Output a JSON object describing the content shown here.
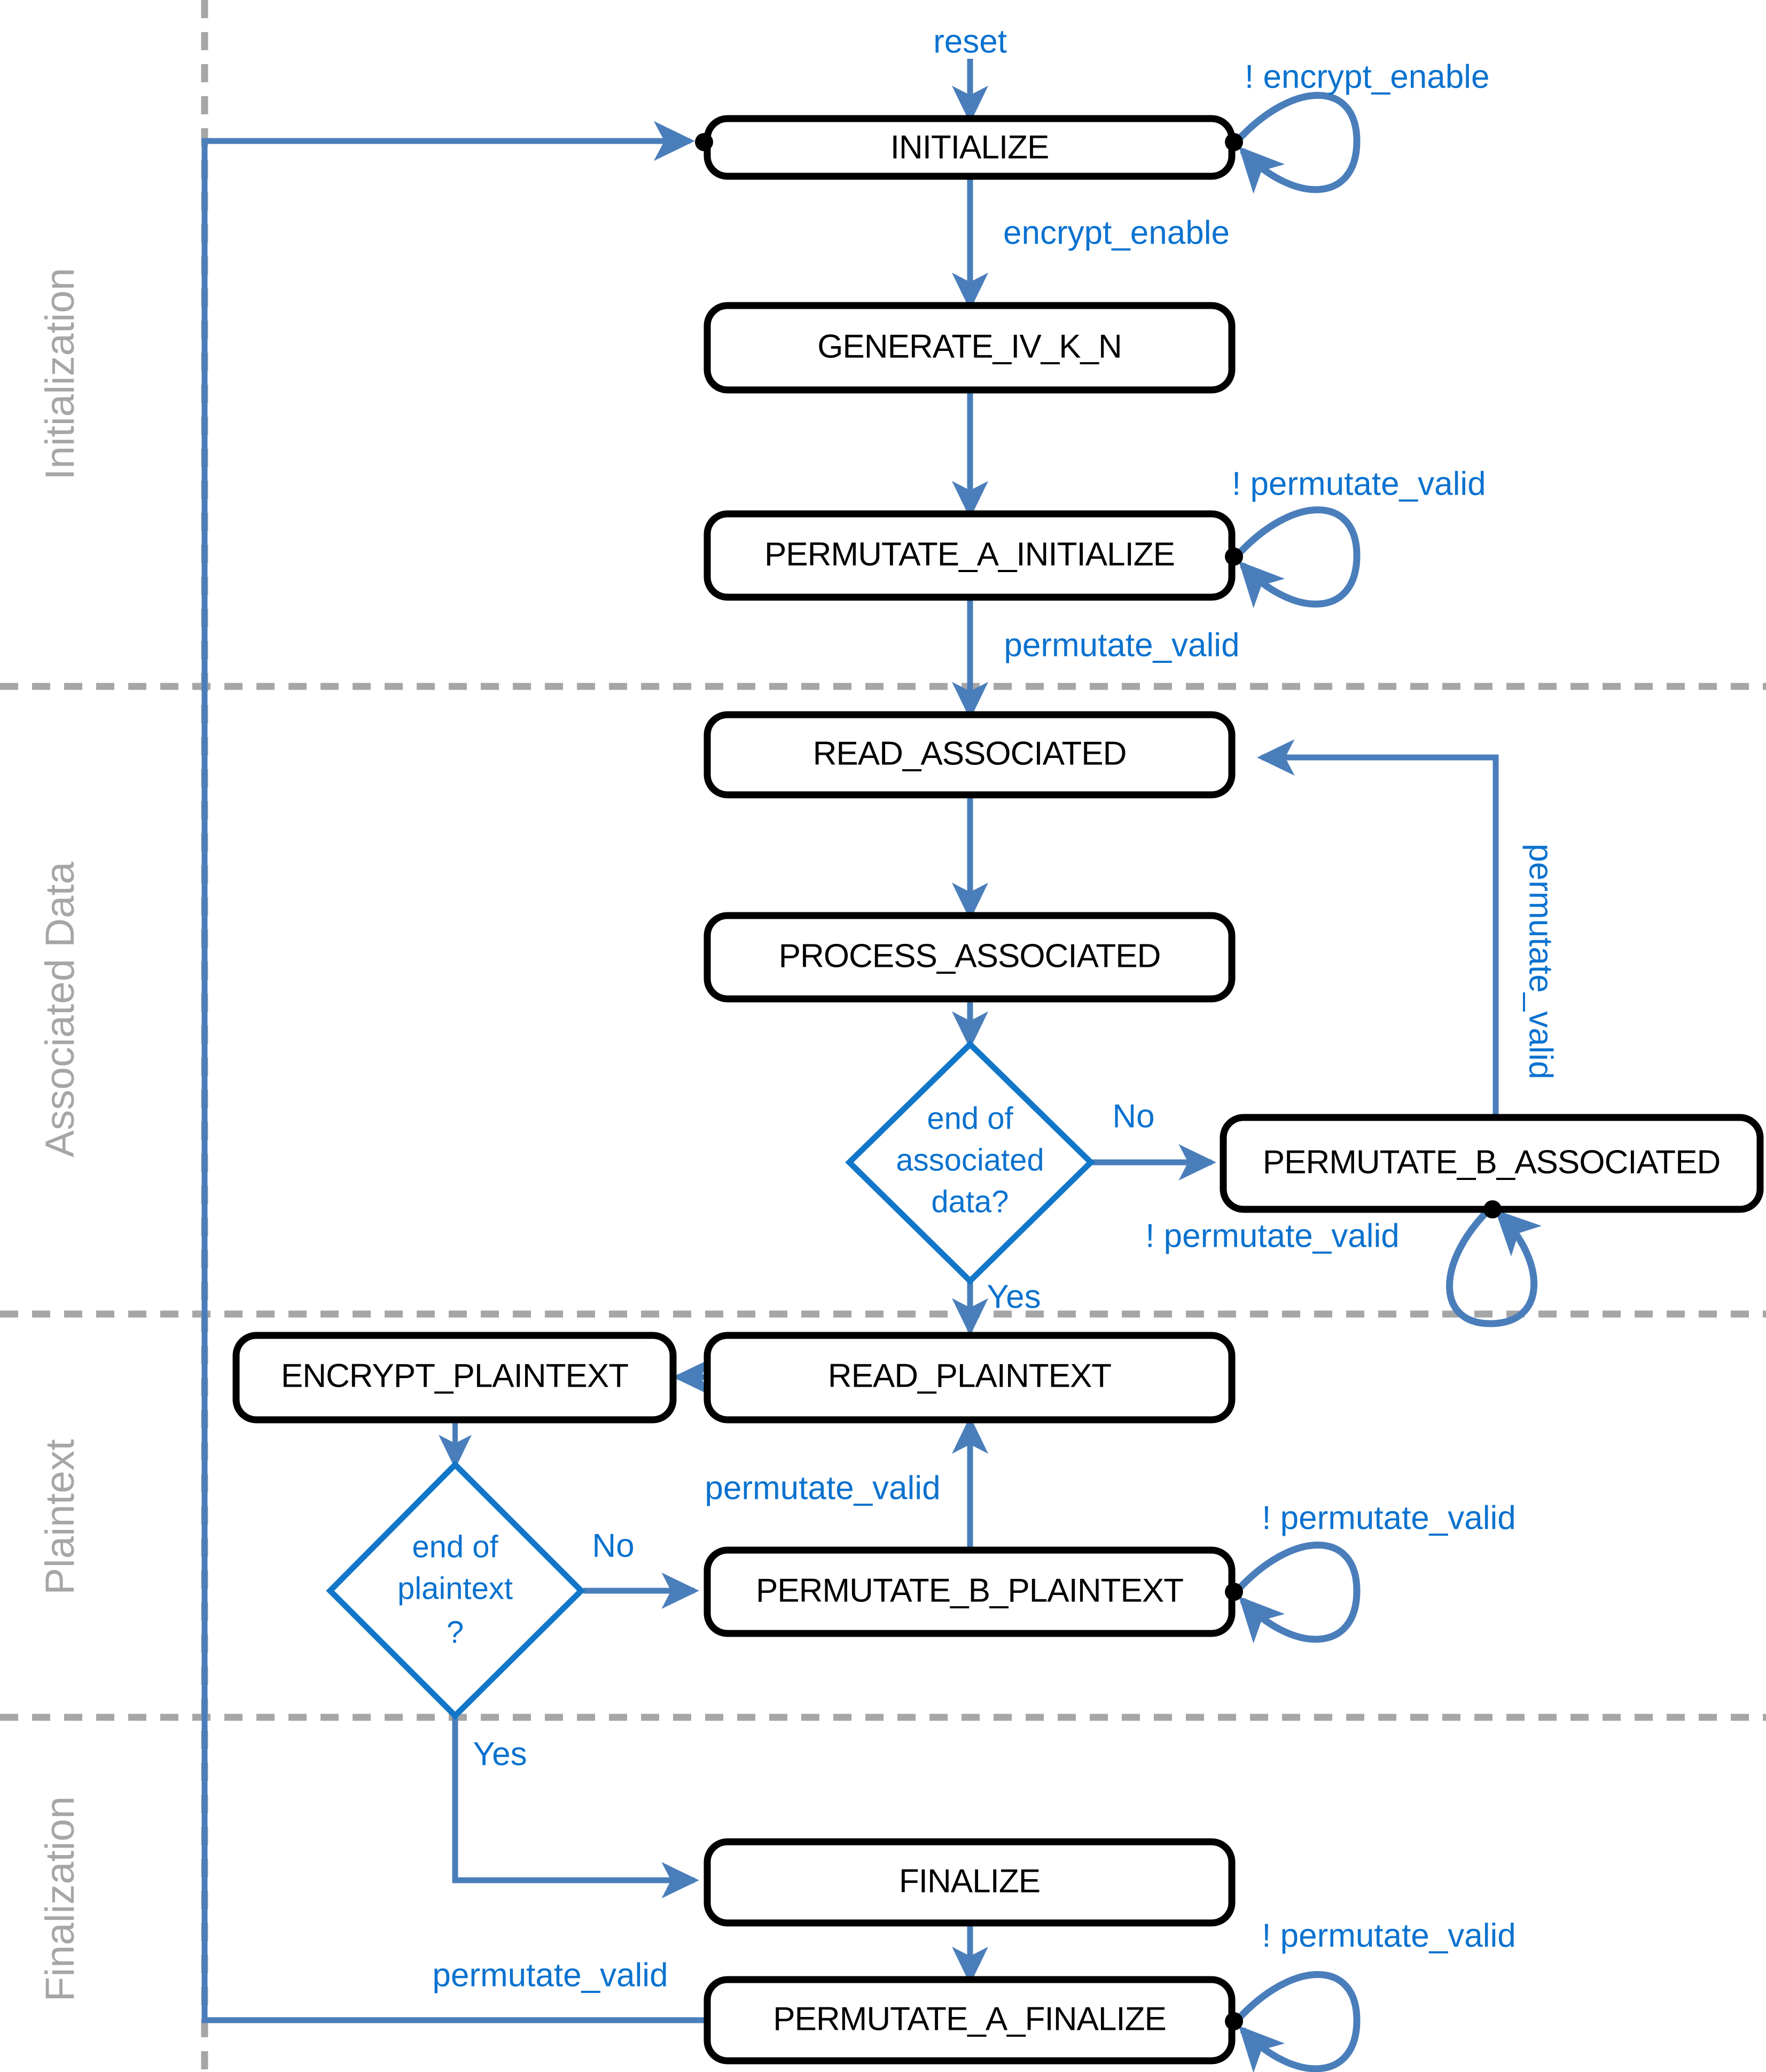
{
  "diagram": {
    "title": "Encryption FSM state diagram",
    "colors": {
      "arrow_blue": "#4a7ebb",
      "label_blue": "#0b72cf",
      "diamond_blue": "#1277c8",
      "phase_gray": "#a6a6a6",
      "box_black": "#000000",
      "background": "#ffffff"
    }
  },
  "phases": [
    {
      "id": "initialization",
      "label": "Initialization"
    },
    {
      "id": "associated_data",
      "label": "Associated Data"
    },
    {
      "id": "plaintext",
      "label": "Plaintext"
    },
    {
      "id": "finalization",
      "label": "Finalization"
    }
  ],
  "states": [
    {
      "id": "initialize",
      "label": "INITIALIZE"
    },
    {
      "id": "generate_iv_k_n",
      "label": "GENERATE_IV_K_N"
    },
    {
      "id": "permutate_a_initialize",
      "label": "PERMUTATE_A_INITIALIZE"
    },
    {
      "id": "read_associated",
      "label": "READ_ASSOCIATED"
    },
    {
      "id": "process_associated",
      "label": "PROCESS_ASSOCIATED"
    },
    {
      "id": "permutate_b_associated",
      "label": "PERMUTATE_B_ASSOCIATED"
    },
    {
      "id": "encrypt_plaintext",
      "label": "ENCRYPT_PLAINTEXT"
    },
    {
      "id": "read_plaintext",
      "label": "READ_PLAINTEXT"
    },
    {
      "id": "permutate_b_plaintext",
      "label": "PERMUTATE_B_PLAINTEXT"
    },
    {
      "id": "finalize",
      "label": "FINALIZE"
    },
    {
      "id": "permutate_a_finalize",
      "label": "PERMUTATE_A_FINALIZE"
    }
  ],
  "decisions": [
    {
      "id": "end_of_associated_data",
      "line1": "end of",
      "line2": "associated",
      "line3": "data?"
    },
    {
      "id": "end_of_plaintext",
      "line1": "end of",
      "line2": "plaintext",
      "line3": "?"
    }
  ],
  "transitions": [
    {
      "id": "reset",
      "label": "reset",
      "from": "",
      "to": "initialize"
    },
    {
      "id": "not-encrypt-enable",
      "label": "! encrypt_enable",
      "from": "initialize",
      "to": "initialize"
    },
    {
      "id": "encrypt-enable",
      "label": "encrypt_enable",
      "from": "initialize",
      "to": "generate_iv_k_n"
    },
    {
      "id": "not-permutate-valid-init",
      "label": "! permutate_valid",
      "from": "permutate_a_initialize",
      "to": "permutate_a_initialize"
    },
    {
      "id": "permutate-valid-init",
      "label": "permutate_valid",
      "from": "permutate_a_initialize",
      "to": "read_associated"
    },
    {
      "id": "assoc-no",
      "label": "No",
      "from": "end_of_associated_data",
      "to": "permutate_b_associated"
    },
    {
      "id": "assoc-yes",
      "label": "Yes",
      "from": "end_of_associated_data",
      "to": "read_plaintext"
    },
    {
      "id": "not-permutate-valid-assoc",
      "label": "! permutate_valid",
      "from": "permutate_b_associated",
      "to": "permutate_b_associated"
    },
    {
      "id": "permutate-valid-assoc",
      "label": "permutate_valid",
      "from": "permutate_b_associated",
      "to": "read_associated"
    },
    {
      "id": "plaintext-no",
      "label": "No",
      "from": "end_of_plaintext",
      "to": "permutate_b_plaintext"
    },
    {
      "id": "plaintext-yes",
      "label": "Yes",
      "from": "end_of_plaintext",
      "to": "finalize"
    },
    {
      "id": "not-permutate-valid-plain",
      "label": "! permutate_valid",
      "from": "permutate_b_plaintext",
      "to": "permutate_b_plaintext"
    },
    {
      "id": "permutate-valid-plain",
      "label": "permutate_valid",
      "from": "permutate_b_plaintext",
      "to": "read_plaintext"
    },
    {
      "id": "not-permutate-valid-final",
      "label": "! permutate_valid",
      "from": "permutate_a_finalize",
      "to": "permutate_a_finalize"
    },
    {
      "id": "permutate-valid-final",
      "label": "permutate_valid",
      "from": "permutate_a_finalize",
      "to": "initialize"
    }
  ]
}
